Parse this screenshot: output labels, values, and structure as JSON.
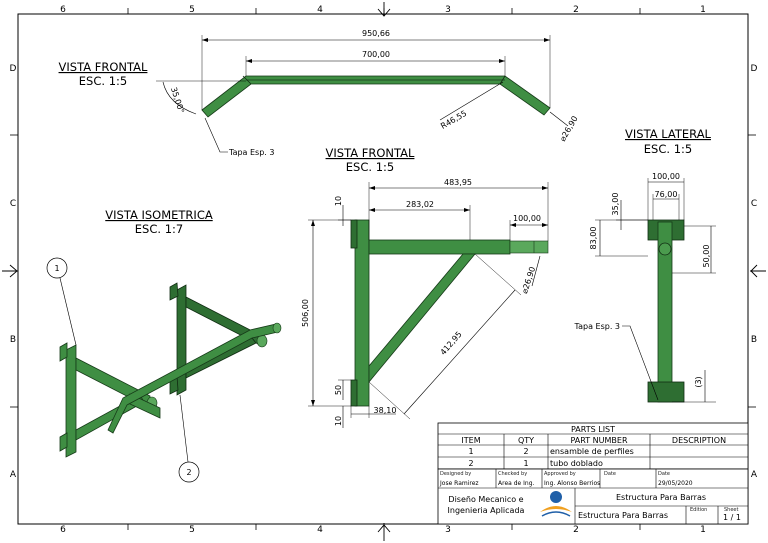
{
  "border": {
    "columns": [
      "6",
      "5",
      "4",
      "3",
      "2",
      "1"
    ],
    "rows": [
      "D",
      "C",
      "B",
      "A"
    ]
  },
  "views": {
    "front_top": {
      "title": "VISTA FRONTAL",
      "scale": "ESC. 1:5"
    },
    "front_main": {
      "title": "VISTA FRONTAL",
      "scale": "ESC. 1:5"
    },
    "iso": {
      "title": "VISTA ISOMETRICA",
      "scale": "ESC. 1:7"
    },
    "lateral": {
      "title": "VISTA LATERAL",
      "scale": "ESC. 1:5"
    }
  },
  "dims_top": {
    "overall": "950,66",
    "inner": "700,00",
    "angle": "35,00°",
    "radius": "R46,55",
    "diameter": "⌀26,90",
    "cap_note": "Tapa Esp. 3"
  },
  "dims_main": {
    "d1": "483,95",
    "d2": "283,02",
    "d3": "100,00",
    "d4": "10",
    "height": "506,00",
    "diag": "412,95",
    "diameter": "⌀26,90",
    "d5": "50",
    "d6": "10",
    "d7": "38,10"
  },
  "dims_side": {
    "w1": "100,00",
    "w2": "76,00",
    "h1": "35,00",
    "h2": "83,00",
    "h3": "50,00",
    "h4": "(3)",
    "cap_note": "Tapa Esp. 3"
  },
  "balloons": [
    "1",
    "2"
  ],
  "parts_list": {
    "title": "PARTS LIST",
    "headers": [
      "ITEM",
      "QTY",
      "PART NUMBER",
      "DESCRIPTION"
    ],
    "rows": [
      {
        "item": "1",
        "qty": "2",
        "part": "ensamble de perfiles",
        "desc": ""
      },
      {
        "item": "2",
        "qty": "1",
        "part": "tubo doblado",
        "desc": ""
      }
    ]
  },
  "title_block": {
    "designed_label": "Designed by",
    "designed_value": "Jose Ramirez",
    "checked_label": "Checked by",
    "checked_value": "Area de Ing.",
    "approved_label": "Approved by",
    "approved_value": "Ing. Alonso Berrios",
    "date_label": "Date",
    "date_value": "",
    "date2_label": "Date",
    "date2_value": "29/05/2020",
    "company_line1": "Diseño Mecanico e",
    "company_line2": "Ingenieria Aplicada",
    "title_top": "Estructura Para Barras",
    "title_bottom": "Estructura Para Barras",
    "edition_label": "Edition",
    "sheet_label": "Sheet",
    "sheet_value": "1 / 1"
  }
}
